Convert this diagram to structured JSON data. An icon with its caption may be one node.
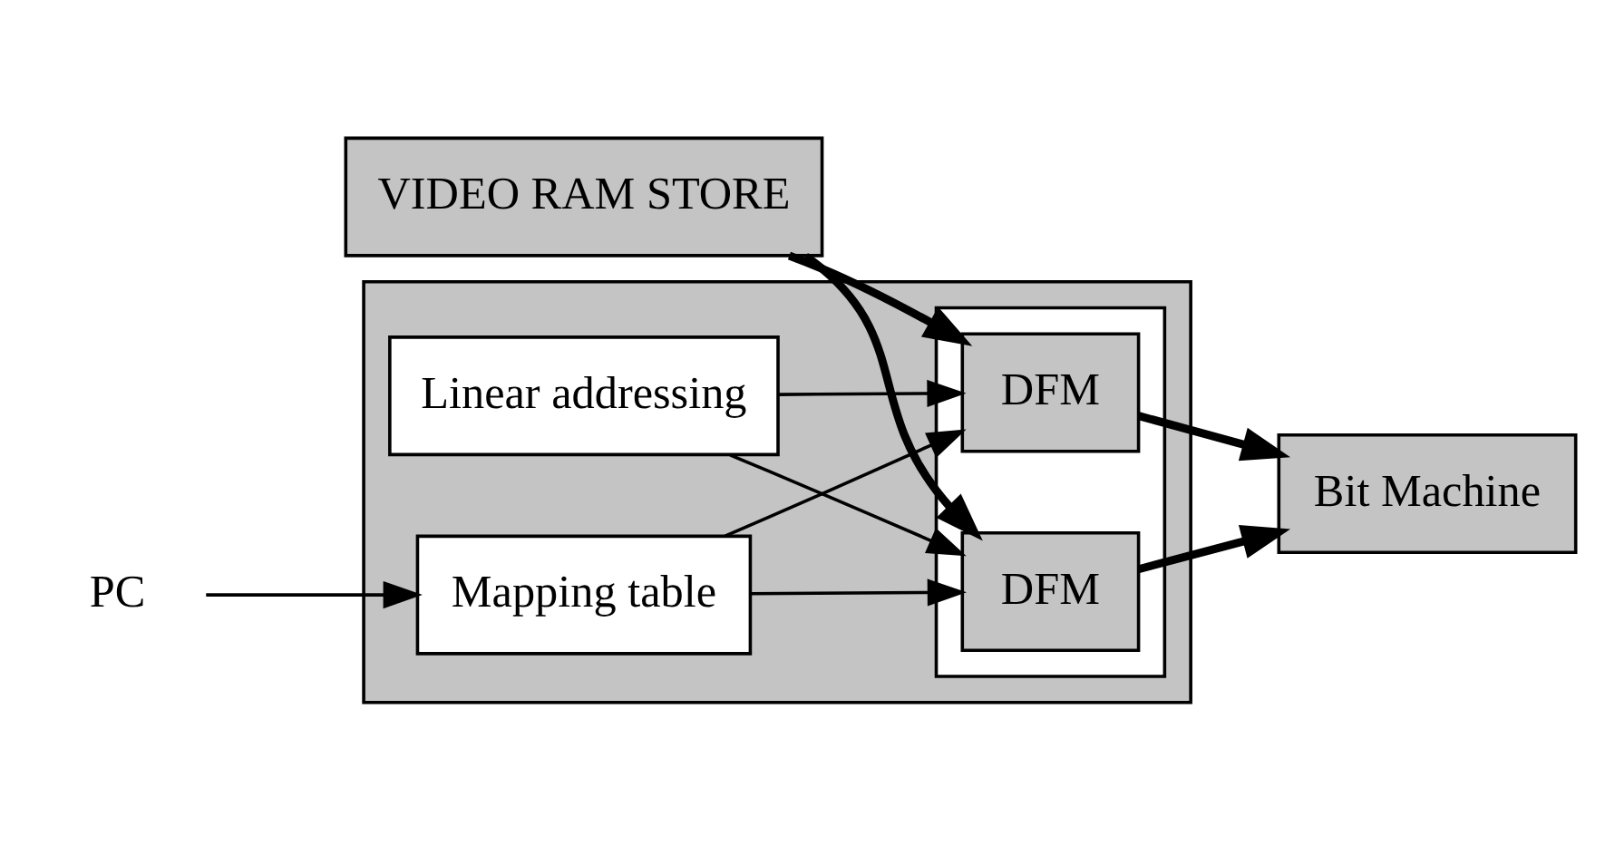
{
  "diagram": {
    "nodes": [
      {
        "text": [
          "VIDEO RAM STORE"
        ]
      },
      {
        "text": [],
        "shape": "box"
      },
      {
        "text": [],
        "shape": "box",
        "in": 1
      },
      {
        "text": [
          "DFM"
        ],
        "in": 2
      },
      {
        "text": [
          "DFM"
        ],
        "in": 2
      },
      {
        "text": [
          "Linear addressing"
        ],
        "in": 1
      },
      {
        "text": [
          "Mapping table"
        ],
        "in": 1
      },
      {
        "text": [
          "Bit Machine"
        ]
      },
      {
        "text": [
          "PC"
        ]
      }
    ],
    "edges": [
      {
        "from": 0,
        "to": 3,
        "arrow": "to",
        "style": "thick"
      },
      {
        "from": 0,
        "to": 4,
        "arrow": "to",
        "style": "thick"
      },
      {
        "from": 5,
        "to": 3,
        "arrow": "to"
      },
      {
        "from": 5,
        "to": 4,
        "arrow": "to"
      },
      {
        "from": 3,
        "to": 7,
        "arrow": "to",
        "style": "thick"
      },
      {
        "from": 4,
        "to": 7,
        "arrow": "to",
        "style": "thick"
      },
      {
        "from": 6,
        "to": 3,
        "arrow": "to"
      },
      {
        "from": 6,
        "to": 4,
        "arrow": "to"
      },
      {
        "from": 8,
        "to": 6,
        "arrow": "to"
      }
    ]
  }
}
